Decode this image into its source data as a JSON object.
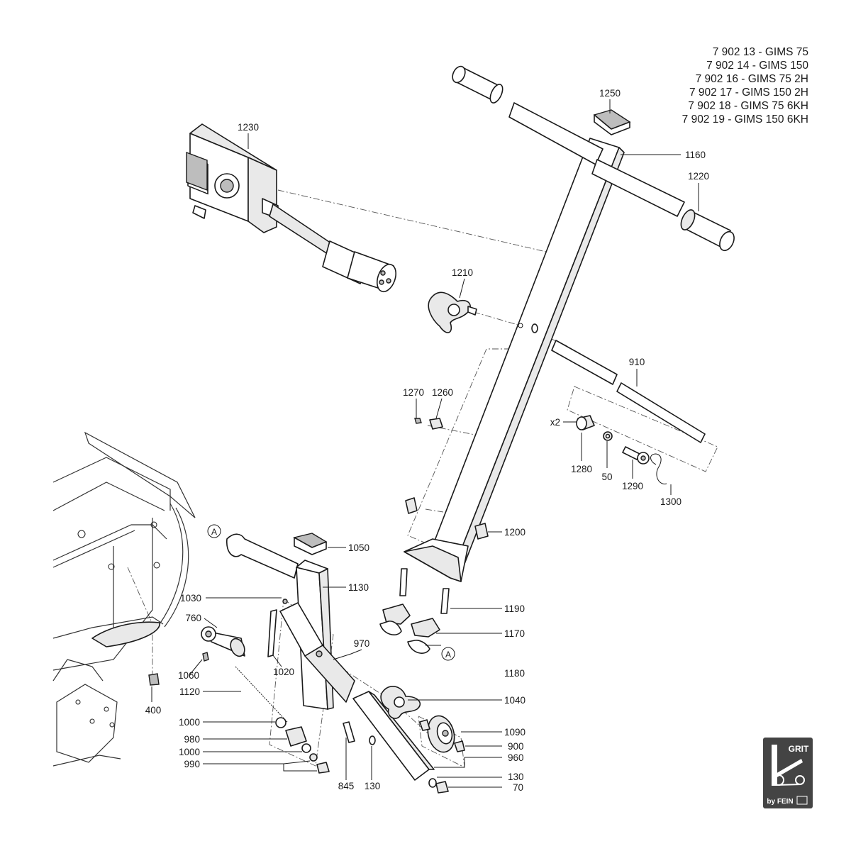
{
  "models": [
    "7 902 13 - GIMS 75",
    "7 902 14 - GIMS 150",
    "7 902 16 - GIMS 75 2H",
    "7 902 17 - GIMS 150 2H",
    "7 902 18 - GIMS 75 6KH",
    "7 902 19 - GIMS 150 6KH"
  ],
  "callouts": {
    "p1230": "1230",
    "p1250": "1250",
    "p1160": "1160",
    "p1220": "1220",
    "p1210": "1210",
    "p910": "910",
    "p1270": "1270",
    "p1260": "1260",
    "x2": "x2",
    "p1280": "1280",
    "p50": "50",
    "p1290": "1290",
    "p1300": "1300",
    "p1200": "1200",
    "p1050": "1050",
    "p1130": "1130",
    "p1030": "1030",
    "p760": "760",
    "p1060": "1060",
    "p1020": "1020",
    "p970": "970",
    "p1190": "1190",
    "p1170": "1170",
    "p1180": "1180",
    "p1040": "1040",
    "p1120": "1120",
    "p400": "400",
    "p1000a": "1000",
    "p980": "980",
    "p1000b": "1000",
    "p990": "990",
    "p845": "845",
    "p130a": "130",
    "p1090": "1090",
    "p900": "900",
    "p960": "960",
    "p130b": "130",
    "p70": "70"
  },
  "reference_marks": {
    "a_left": "A",
    "a_right": "A"
  },
  "logo": {
    "brand": "GRIT",
    "tagline": "by FEIN"
  }
}
